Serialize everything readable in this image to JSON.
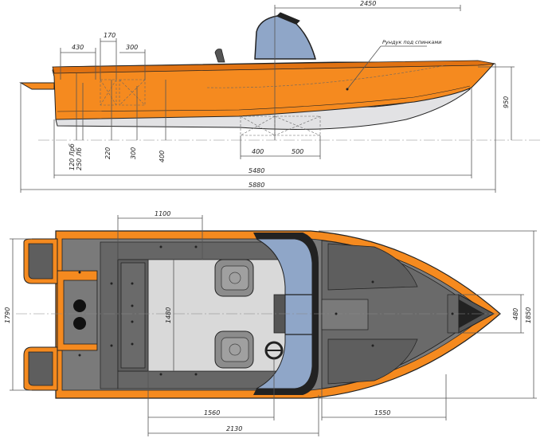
{
  "colors": {
    "hull_orange": "#F58A1F",
    "hull_dark_orange": "#E07212",
    "hull_bottom_grey": "#E2E2E4",
    "deck_grey": "#7A7A7A",
    "deck_dark": "#5E5E5E",
    "floor_light": "#D9D9D9",
    "windshield_blue": "#8FA6C8",
    "outline": "#222222"
  },
  "side_view": {
    "annotation": "Рундук под спинками",
    "dims": {
      "length_overall": "5880",
      "length_hull": "5480",
      "windshield_pos": "2450",
      "height": "950",
      "top_430": "430",
      "top_170": "170",
      "top_300": "300",
      "v_120": "120 Лрб",
      "v_250": "250 Лб",
      "v_220": "220",
      "v_300": "300",
      "v_400": "400",
      "bottom_400": "400",
      "bottom_500": "500"
    }
  },
  "top_view": {
    "dims": {
      "floor_1100": "1100",
      "floor_1480": "1480",
      "beam_1790": "1790",
      "beam_1850": "1850",
      "bow_480": "480",
      "bottom_1560": "1560",
      "bottom_1550": "1550",
      "bottom_2130": "2130"
    }
  }
}
